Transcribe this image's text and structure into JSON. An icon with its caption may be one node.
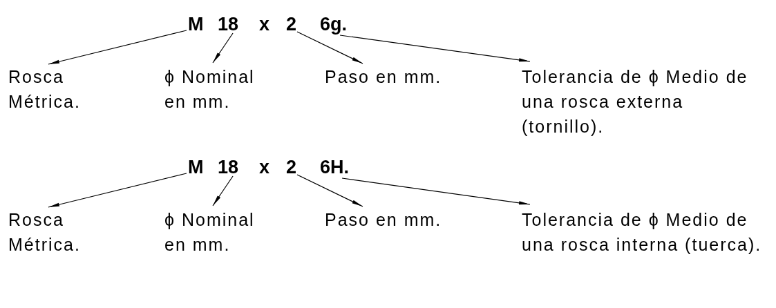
{
  "diagram": {
    "nodes": [
      {
        "text": [
          "M"
        ]
      },
      {
        "text": [
          "18"
        ]
      },
      {
        "text": [
          "2"
        ]
      },
      {
        "text": [
          "6g."
        ]
      },
      {
        "text": [
          "Rosca Métrica."
        ]
      },
      {
        "text": [
          "ϕ Nominal en mm."
        ]
      },
      {
        "text": [
          "Paso en mm."
        ]
      },
      {
        "text": [
          "Tolerancia de ϕ Medio de una rosca externa (tornillo)."
        ]
      },
      {
        "text": [
          "M"
        ]
      },
      {
        "text": [
          "18"
        ]
      },
      {
        "text": [
          "2"
        ]
      },
      {
        "text": [
          "6H."
        ]
      },
      {
        "text": [
          "Rosca Métrica."
        ]
      },
      {
        "text": [
          "ϕ Nominal en mm."
        ]
      },
      {
        "text": [
          "Paso en mm."
        ]
      },
      {
        "text": [
          "Tolerancia de ϕ Medio de una rosca interna (tuerca)."
        ]
      }
    ],
    "edges": [
      {
        "from": 0,
        "to": 4,
        "arrow": "to"
      },
      {
        "from": 1,
        "to": 5,
        "arrow": "to"
      },
      {
        "from": 2,
        "to": 6,
        "arrow": "to"
      },
      {
        "from": 3,
        "to": 7,
        "arrow": "to"
      },
      {
        "from": 8,
        "to": 12,
        "arrow": "to"
      },
      {
        "from": 9,
        "to": 13,
        "arrow": "to"
      },
      {
        "from": 10,
        "to": 14,
        "arrow": "to"
      },
      {
        "from": 11,
        "to": 15,
        "arrow": "to"
      }
    ],
    "labels": [
      "x",
      "x"
    ]
  }
}
